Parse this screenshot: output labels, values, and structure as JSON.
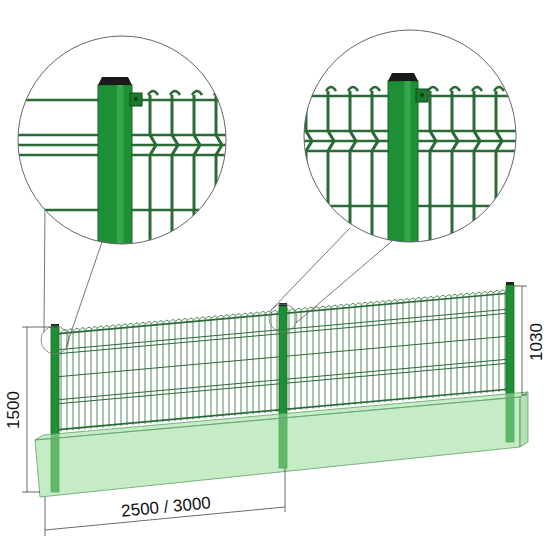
{
  "diagram": {
    "labels": [
      "1500",
      "1030",
      "2500 / 3000"
    ]
  }
}
